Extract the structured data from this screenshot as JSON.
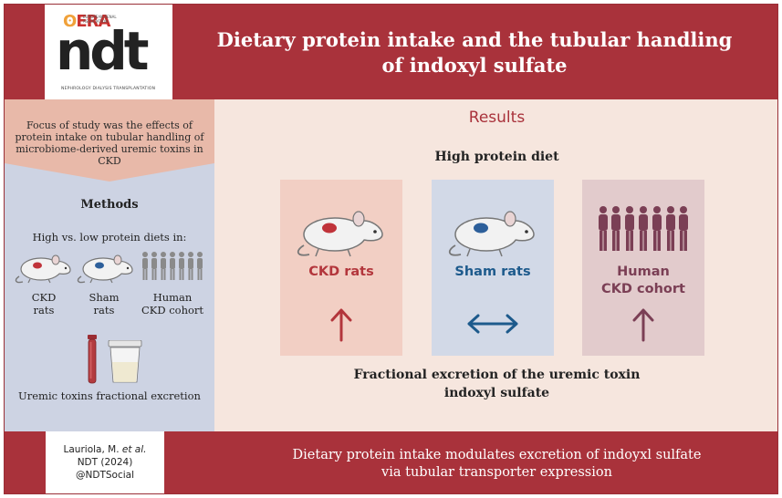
{
  "header": {
    "logo_era": "ERA",
    "logo_era_sub": "EUROPEAN RENAL ASSOCIATION",
    "logo_ndt": "ndt",
    "logo_footer": "NEPHROLOGY DIALYSIS TRANSPLANTATION",
    "title_line1": "Dietary protein intake and the tubular handling",
    "title_line2": "of indoxyl sulfate"
  },
  "left_panel": {
    "focus_text": "Focus of study was the effects of protein intake on tubular handling of microbiome-derived uremic toxins in CKD",
    "methods_title": "Methods",
    "methods_subtitle": "High vs. low protein diets in:",
    "groups": [
      {
        "line1": "CKD",
        "line2": "rats",
        "icon": "rat-red-kidney-icon"
      },
      {
        "line1": "Sham",
        "line2": "rats",
        "icon": "rat-blue-kidney-icon"
      },
      {
        "line1": "Human",
        "line2": "CKD cohort",
        "icon": "people-group-icon"
      }
    ],
    "sample_caption": "Uremic toxins fractional excretion"
  },
  "results": {
    "title": "Results",
    "diet_label": "High protein diet",
    "cards": [
      {
        "label_line1": "CKD rats",
        "label_line2": "",
        "effect_icon": "arrow-up-icon",
        "color": "#b3363c"
      },
      {
        "label_line1": "Sham rats",
        "label_line2": "",
        "effect_icon": "arrow-left-right-icon",
        "color": "#1d5a8c"
      },
      {
        "label_line1": "Human",
        "label_line2": "CKD cohort",
        "effect_icon": "arrow-up-icon",
        "color": "#7b3f55"
      }
    ],
    "outcome_line1": "Fractional excretion of the uremic toxin",
    "outcome_line2": "indoxyl sulfate"
  },
  "footer": {
    "cite_author_prefix": "Lauriola, M. ",
    "cite_author_etal": "et al.",
    "cite_journal": "NDT (2024)",
    "cite_handle": "@NDTSocial",
    "conclusion_line1": "Dietary protein intake modulates excretion of indoyxl sulfate",
    "conclusion_line2": "via tubular transporter expression"
  },
  "colors": {
    "brand_red": "#a9323b",
    "panel_blue": "#cdd3e3",
    "background_cream": "#f6e6de"
  }
}
